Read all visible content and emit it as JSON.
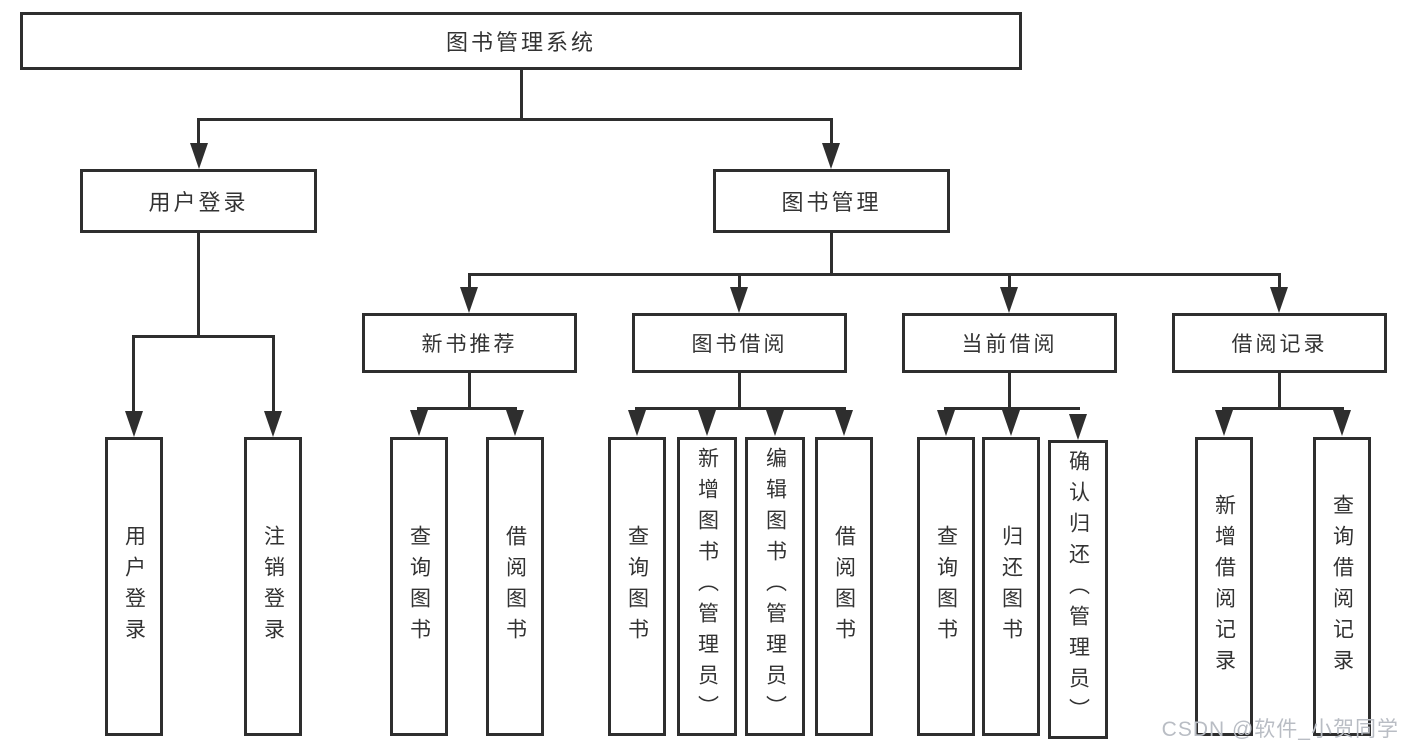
{
  "diagram": {
    "root": {
      "label": "图书管理系统"
    },
    "level2": [
      {
        "label": "用户登录"
      },
      {
        "label": "图书管理"
      }
    ],
    "level3": [
      {
        "label": "新书推荐",
        "parent": "图书管理"
      },
      {
        "label": "图书借阅",
        "parent": "图书管理"
      },
      {
        "label": "当前借阅",
        "parent": "图书管理"
      },
      {
        "label": "借阅记录",
        "parent": "图书管理"
      }
    ],
    "leaves": [
      {
        "label": "用户登录",
        "parent": "用户登录"
      },
      {
        "label": "注销登录",
        "parent": "用户登录"
      },
      {
        "label": "查询图书",
        "parent": "新书推荐"
      },
      {
        "label": "借阅图书",
        "parent": "新书推荐"
      },
      {
        "label": "查询图书",
        "parent": "图书借阅"
      },
      {
        "label": "新增图书（管理员）",
        "parent": "图书借阅"
      },
      {
        "label": "编辑图书（管理员）",
        "parent": "图书借阅"
      },
      {
        "label": "借阅图书",
        "parent": "图书借阅"
      },
      {
        "label": "查询图书",
        "parent": "当前借阅"
      },
      {
        "label": "归还图书",
        "parent": "当前借阅"
      },
      {
        "label": "确认归还（管理员）",
        "parent": "当前借阅"
      },
      {
        "label": "新增借阅记录",
        "parent": "借阅记录"
      },
      {
        "label": "查询借阅记录",
        "parent": "借阅记录"
      }
    ]
  },
  "watermark": {
    "text": "CSDN @软件_小贺同学"
  },
  "colors": {
    "line": "#2e2e2e",
    "text": "#333333",
    "watermark": "#b9bdc4",
    "background": "#ffffff"
  }
}
